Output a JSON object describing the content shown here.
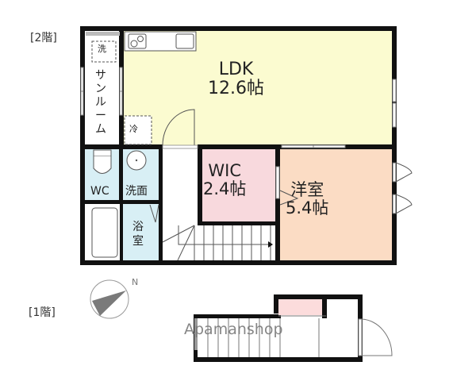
{
  "floors": {
    "floor2_label": "[2階]",
    "floor1_label": "[1階]"
  },
  "rooms": {
    "ldk": {
      "name": "LDK",
      "size": "12.6帖",
      "color": "#fbfbd0"
    },
    "wic": {
      "name": "WIC",
      "size": "2.4帖",
      "color": "#f8d9dd"
    },
    "yoshitsu": {
      "name": "洋室",
      "size": "5.4帖",
      "color": "#fbdcc4"
    },
    "wc": {
      "name": "WC",
      "color": "#d8eff5"
    },
    "senmen": {
      "name": "洗面",
      "color": "#d8eff5"
    },
    "yokushitsu": {
      "name": "浴室",
      "color": "#d8eff5"
    },
    "sunroom": {
      "name": "サンルーム"
    }
  },
  "fixtures": {
    "washer": "洗",
    "fridge": "冷"
  },
  "compass": {
    "north": "N"
  },
  "watermark": "Apamanshop",
  "colors": {
    "wall": "#111111",
    "floor1_pink": "#fcdcdc"
  }
}
